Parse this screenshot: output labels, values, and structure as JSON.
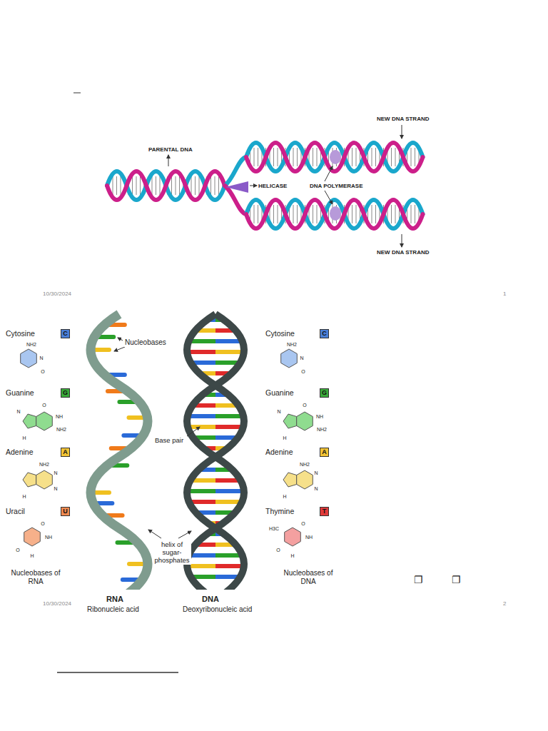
{
  "diagram": {
    "nodes": [
      {
        "text": [
          "C"
        ]
      },
      {
        "text": [
          "G"
        ]
      },
      {
        "text": [
          "A"
        ]
      },
      {
        "text": [
          "U"
        ]
      },
      {
        "text": [
          "C"
        ]
      },
      {
        "text": [
          "G"
        ]
      },
      {
        "text": [
          "A"
        ]
      },
      {
        "text": [
          "T"
        ]
      }
    ],
    "labels": [
      "NEW DNA STRAND",
      "PARENTAL DNA",
      "HELICASE",
      "DNA POLYMERASE",
      "NEW DNA STRAND",
      "10/30/2024",
      "1",
      "Cytosine",
      "NH2",
      "N",
      "O",
      "Guanine",
      "O",
      "NH",
      "NH2",
      "N",
      "H",
      "Adenine",
      "NH2",
      "N",
      "N",
      "H",
      "Uracil",
      "O",
      "NH",
      "O",
      "H",
      "Nucleobases of RNA",
      "Nucleobases",
      "Base pair",
      "helix of sugar-phosphates",
      "RNA",
      "Ribonucleic acid",
      "DNA",
      "Deoxyribonucleic acid",
      "Cytosine",
      "NH2",
      "N",
      "O",
      "Guanine",
      "O",
      "NH",
      "NH2",
      "N",
      "H",
      "Adenine",
      "NH2",
      "N",
      "N",
      "H",
      "Thymine",
      "H3C",
      "O",
      "NH",
      "O",
      "H",
      "Nucleobases of DNA",
      "10/30/2024",
      "2",
      "❐",
      "❐"
    ]
  }
}
